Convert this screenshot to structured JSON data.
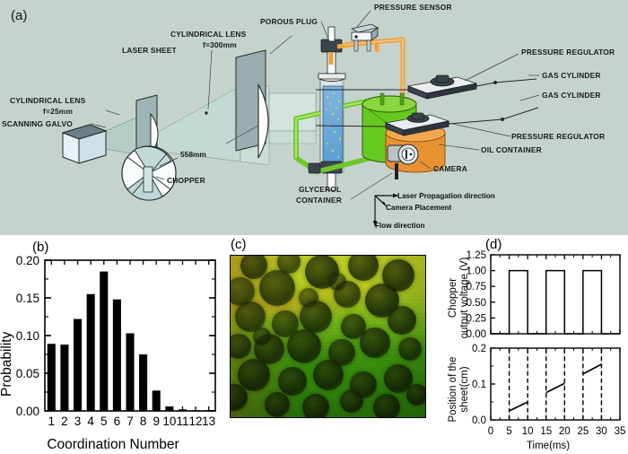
{
  "figure": {
    "panels": [
      "a",
      "b",
      "c",
      "d"
    ]
  },
  "panel_a": {
    "label": "(a)",
    "background_color": "#c6d2cc",
    "callouts": [
      {
        "id": "cylindrical-lens-25",
        "line1": "CYLINDRICAL LENS",
        "line2": "f=25mm"
      },
      {
        "id": "cylindrical-lens-300",
        "line1": "CYLINDRICAL LENS",
        "line2": "f=300mm"
      },
      {
        "id": "laser-sheet",
        "line1": "LASER SHEET"
      },
      {
        "id": "scanning-galvo",
        "line1": "SCANNING GALVO"
      },
      {
        "id": "chopper",
        "line1": "CHOPPER"
      },
      {
        "id": "porous-plug",
        "line1": "POROUS PLUG"
      },
      {
        "id": "pressure-sensor",
        "line1": "PRESSURE SENSOR"
      },
      {
        "id": "pressure-regulator-1",
        "line1": "PRESSURE REGULATOR"
      },
      {
        "id": "pressure-regulator-2",
        "line1": "PRESSURE REGULATOR"
      },
      {
        "id": "gas-cylinder-1",
        "line1": "GAS CYLINDER"
      },
      {
        "id": "gas-cylinder-2",
        "line1": "GAS CYLINDER"
      },
      {
        "id": "oil-container",
        "line1": "OIL CONTAINER"
      },
      {
        "id": "camera",
        "line1": "CAMERA"
      },
      {
        "id": "glycerol-container",
        "line1": "GLYCEROL",
        "line2": "CONTAINER"
      }
    ],
    "dimension": "558mm",
    "axes_legend": [
      "Laser Propagation direction",
      "Camera Placement",
      "Flow direction"
    ]
  },
  "panel_b": {
    "label": "(b)"
  },
  "panel_c": {
    "label": "(c)"
  },
  "panel_d": {
    "label": "(d)"
  },
  "chart_data": [
    {
      "panel": "b",
      "type": "bar",
      "title": "",
      "xlabel": "Coordination Number",
      "ylabel": "Probability",
      "categories": [
        1,
        2,
        3,
        4,
        5,
        6,
        7,
        8,
        9,
        10,
        11,
        12,
        13
      ],
      "values": [
        0.089,
        0.088,
        0.122,
        0.155,
        0.185,
        0.148,
        0.103,
        0.075,
        0.027,
        0.006,
        0.002,
        0.001,
        0.001
      ],
      "xlim": [
        0.4,
        13.6
      ],
      "ylim": [
        0.0,
        0.2
      ],
      "ytick_labels": [
        "0.00",
        "0.05",
        "0.10",
        "0.15",
        "0.20"
      ],
      "yticks": [
        0.0,
        0.05,
        0.1,
        0.15,
        0.2
      ],
      "xtick_labels": [
        "1",
        "2",
        "3",
        "4",
        "5",
        "6",
        "7",
        "8",
        "9",
        "10",
        "11",
        "12",
        "13"
      ],
      "grid": false,
      "legend": "none",
      "bar_color": "#000000"
    },
    {
      "panel": "d-top",
      "type": "line",
      "title": "",
      "xlabel": "",
      "ylabel": "Chopper output voltage (V)",
      "x": [
        0,
        5,
        5,
        10,
        10,
        15,
        15,
        20,
        20,
        25,
        25,
        30,
        30,
        35
      ],
      "y": [
        0,
        0,
        1,
        1,
        0,
        0,
        1,
        1,
        0,
        0,
        1,
        1,
        0,
        0
      ],
      "xlim": [
        0,
        35
      ],
      "ylim": [
        0.0,
        1.25
      ],
      "ytick_labels": [
        "0.00",
        "0.25",
        "0.50",
        "0.75",
        "1.00",
        "1.25"
      ],
      "yticks": [
        0.0,
        0.25,
        0.5,
        0.75,
        1.0,
        1.25
      ],
      "grid": false,
      "legend": "none",
      "line_color": "#000000"
    },
    {
      "panel": "d-bottom",
      "type": "line",
      "title": "",
      "xlabel": "Time(ms)",
      "ylabel": "Position of the sheet(cm)",
      "segments": [
        {
          "x": [
            5,
            10
          ],
          "y": [
            0.025,
            0.05
          ]
        },
        {
          "x": [
            15,
            20
          ],
          "y": [
            0.076,
            0.102
          ]
        },
        {
          "x": [
            25,
            30
          ],
          "y": [
            0.128,
            0.155
          ]
        }
      ],
      "vertical_dashed_lines": [
        5,
        10,
        15,
        20,
        25,
        30
      ],
      "xlim": [
        0,
        35
      ],
      "ylim": [
        0.0,
        0.2
      ],
      "ytick_labels": [
        "0.0",
        "0.1",
        "0.2"
      ],
      "yticks": [
        0.0,
        0.1,
        0.2
      ],
      "xtick_labels": [
        "0",
        "5",
        "10",
        "15",
        "20",
        "25",
        "30",
        "35"
      ],
      "xticks": [
        0,
        5,
        10,
        15,
        20,
        25,
        30,
        35
      ],
      "grid": false,
      "legend": "none",
      "line_color": "#000000"
    }
  ]
}
